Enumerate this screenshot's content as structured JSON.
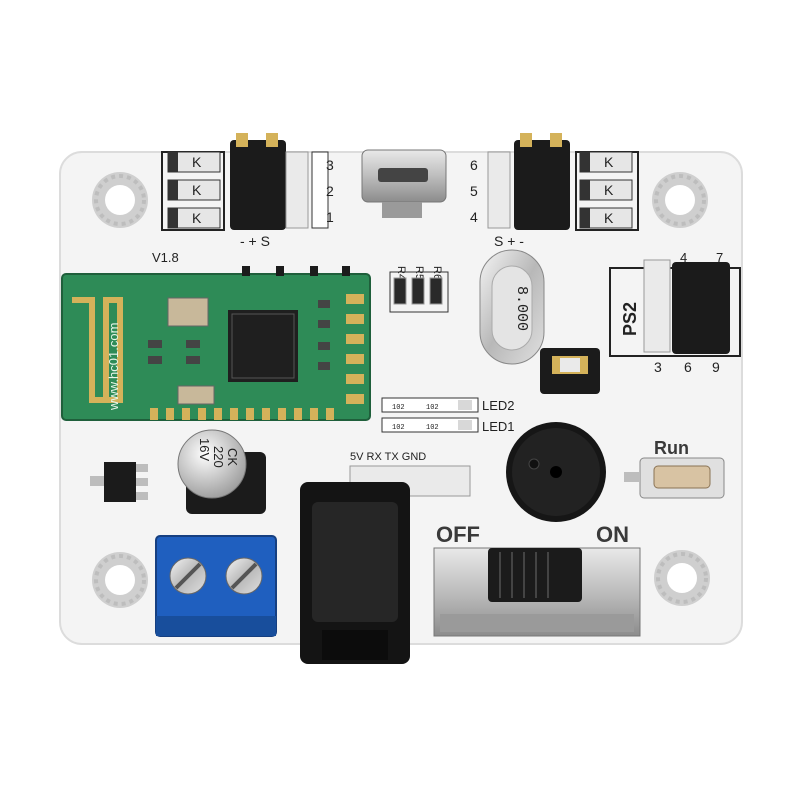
{
  "board": {
    "version": "V1.8",
    "header_left": {
      "numbers": [
        "3",
        "2",
        "1"
      ],
      "pins": "-  +  S"
    },
    "header_right": {
      "numbers": [
        "6",
        "5",
        "4"
      ],
      "pins": "S  +  -"
    },
    "diode_mark": "K",
    "resistors": [
      "R4",
      "R5",
      "R6"
    ],
    "crystal": "8.000",
    "ps2": {
      "label": "PS2",
      "top_numbers": [
        "4",
        "7"
      ],
      "bottom_numbers": [
        "3",
        "6",
        "9"
      ]
    },
    "bt_module": {
      "brand": "www.hc01.com"
    },
    "leds": [
      "LED2",
      "LED1"
    ],
    "smd_codes": [
      "102",
      "102",
      "102",
      "102"
    ],
    "uart": "5V RX TX GND",
    "capacitor": {
      "line1": "16V",
      "line2": "220",
      "line3": "CK"
    },
    "button": "Run",
    "switch": {
      "off": "OFF",
      "on": "ON"
    }
  },
  "colors": {
    "pcb": "#f4f4f4",
    "bt_green": "#2e8b57",
    "terminal_blue": "#1f5fbf",
    "header_black": "#1b1b1b",
    "gold": "#d4b25a"
  }
}
